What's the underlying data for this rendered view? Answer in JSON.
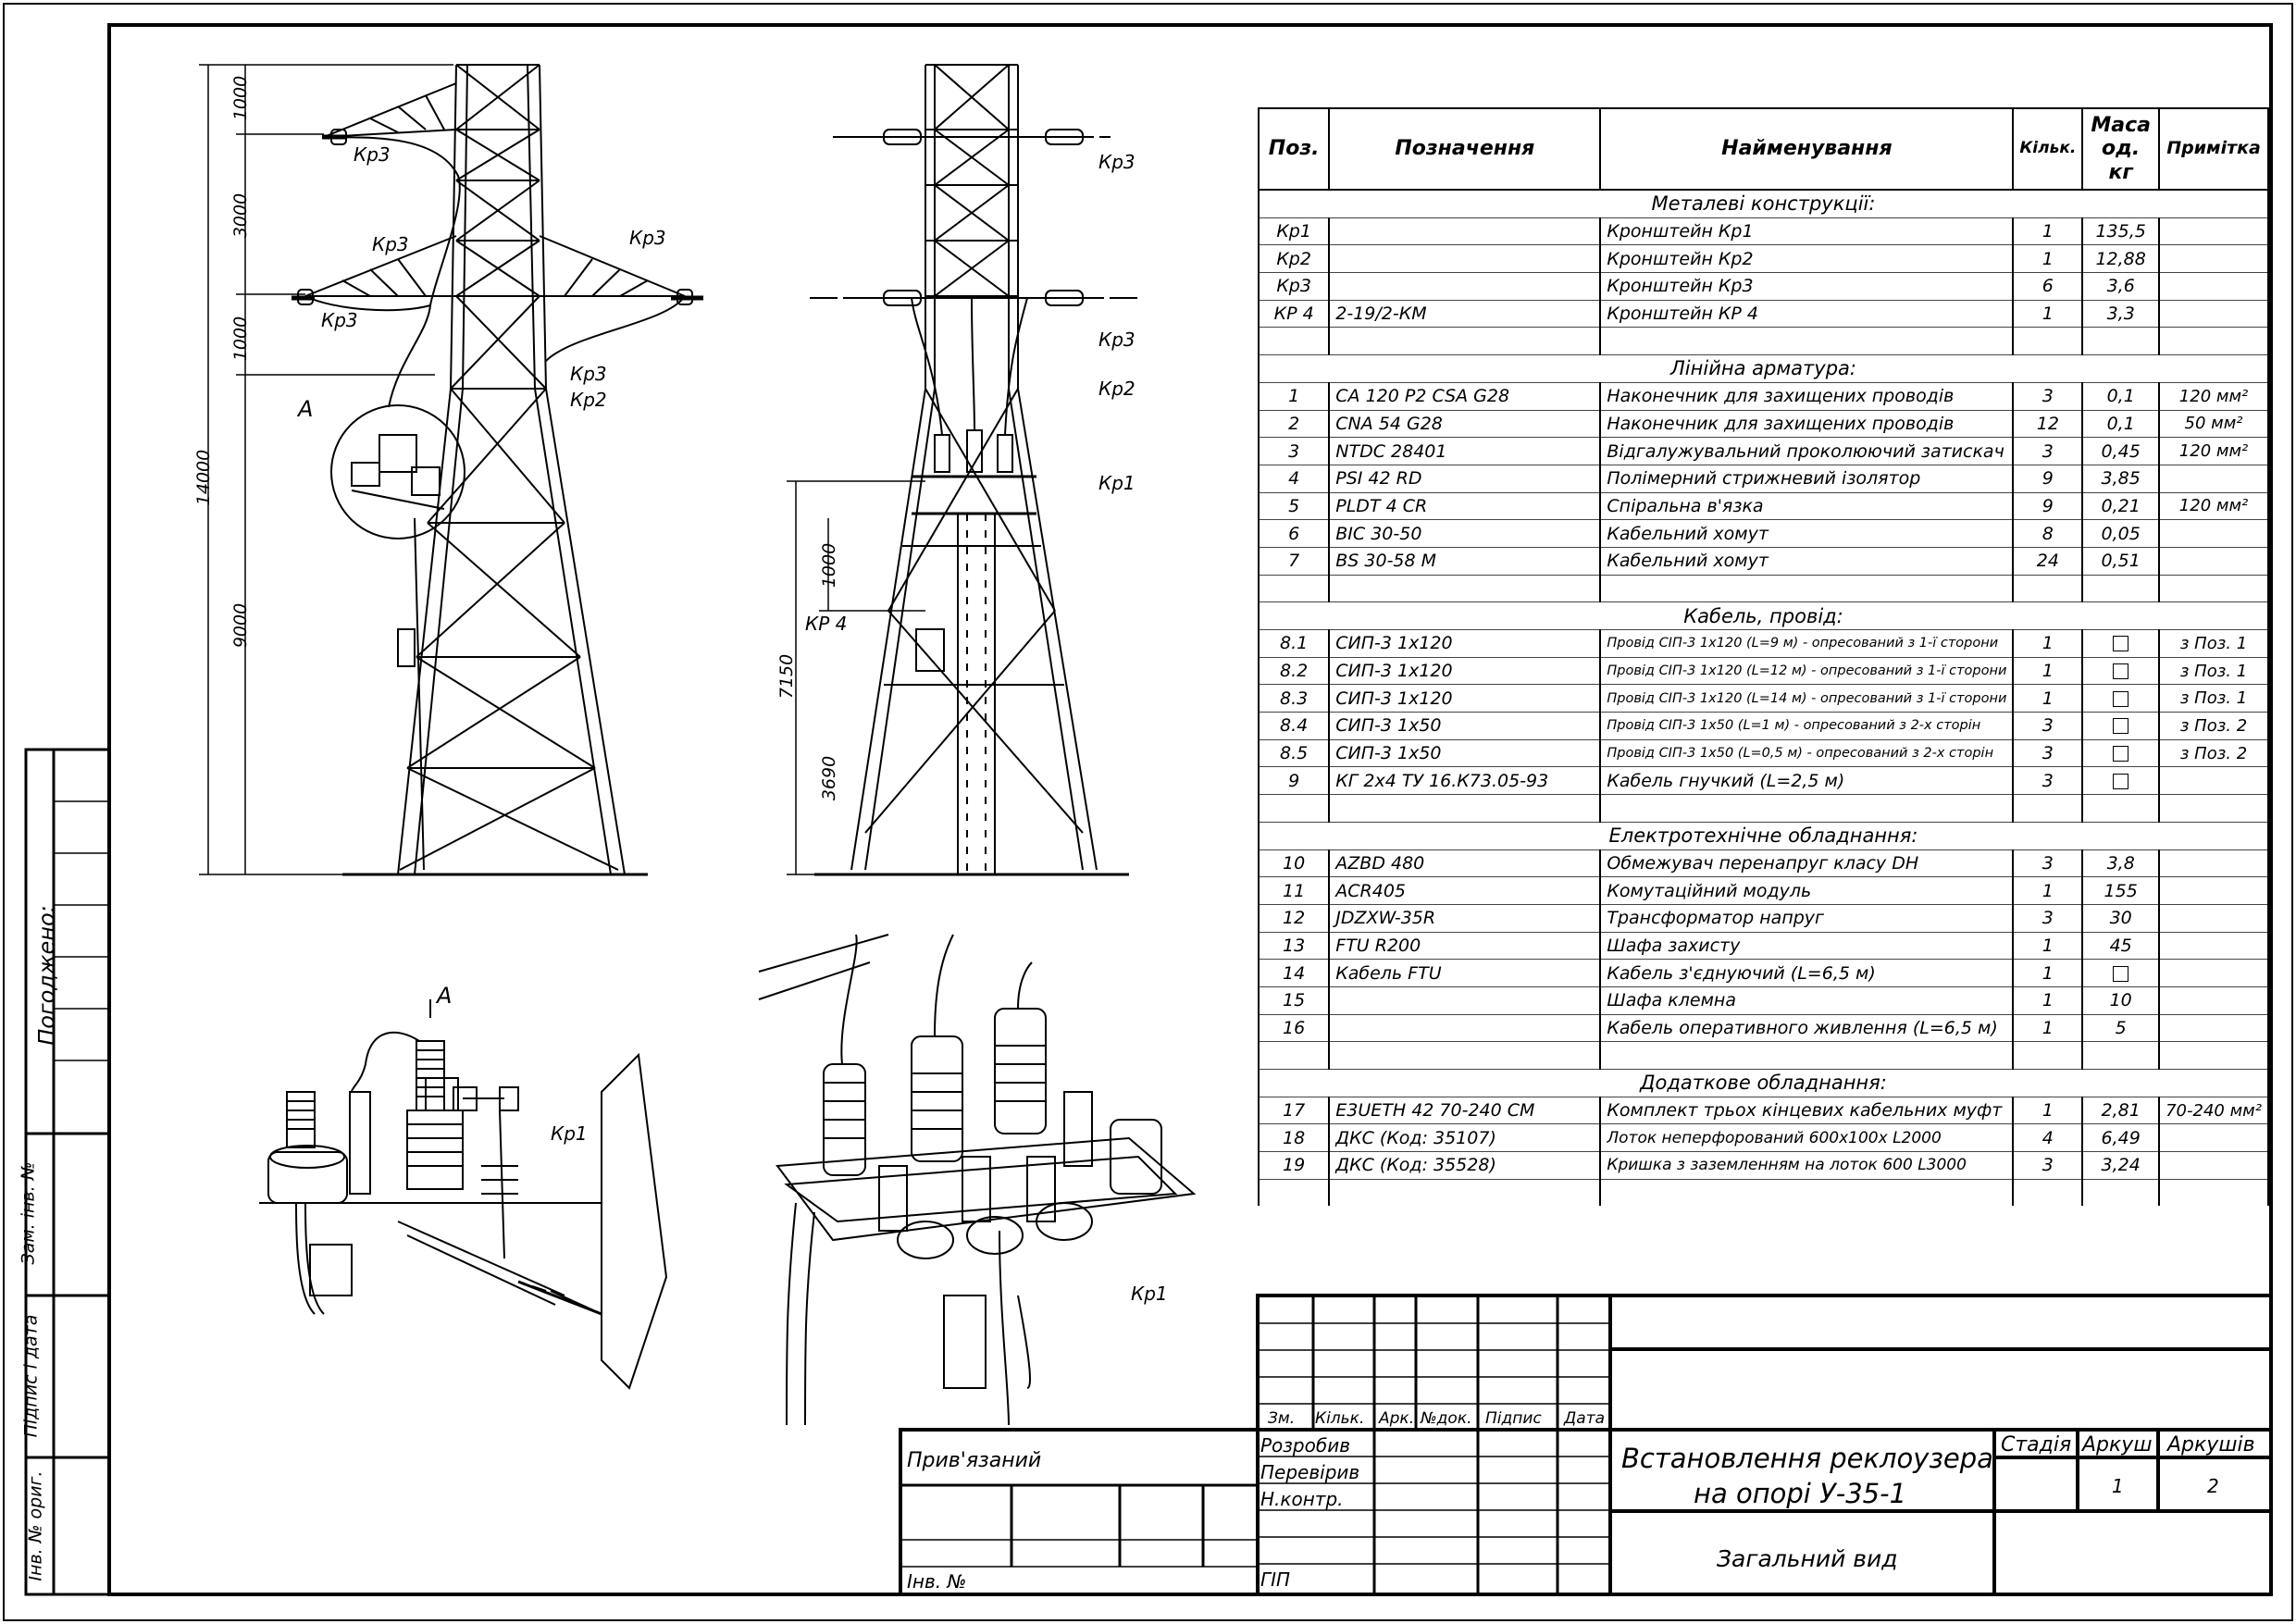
{
  "table": {
    "headers": [
      "Поз.",
      "Позначення",
      "Найменування",
      "Кільк.",
      "Маса од. кг",
      "Примітка"
    ],
    "rows": [
      {
        "sec": "Металеві конструкції:"
      },
      {
        "pos": "Кр1",
        "des": "",
        "name": "Кронштейн Кр1",
        "qty": "1",
        "mass": "135,5",
        "note": ""
      },
      {
        "pos": "Кр2",
        "des": "",
        "name": "Кронштейн Кр2",
        "qty": "1",
        "mass": "12,88",
        "note": ""
      },
      {
        "pos": "Кр3",
        "des": "",
        "name": "Кронштейн Кр3",
        "qty": "6",
        "mass": "3,6",
        "note": ""
      },
      {
        "pos": "КР 4",
        "des": "2-19/2-КМ",
        "name": "Кронштейн КР 4",
        "qty": "1",
        "mass": "3,3",
        "note": ""
      },
      {
        "blank": true
      },
      {
        "sec": "Лінійна арматура:"
      },
      {
        "pos": "1",
        "des": "CA 120 P2 CSA G28",
        "name": "Наконечник для захищених проводів",
        "qty": "3",
        "mass": "0,1",
        "note": "120 мм²"
      },
      {
        "pos": "2",
        "des": "CNA 54 G28",
        "name": "Наконечник для захищених проводів",
        "qty": "12",
        "mass": "0,1",
        "note": "50 мм²"
      },
      {
        "pos": "3",
        "des": "NTDC 28401",
        "name": "Відгалужувальний проколюючий затискач",
        "qty": "3",
        "mass": "0,45",
        "note": "120 мм²"
      },
      {
        "pos": "4",
        "des": "PSI 42 RD",
        "name": "Полімерний стрижневий ізолятор",
        "qty": "9",
        "mass": "3,85",
        "note": ""
      },
      {
        "pos": "5",
        "des": "PLDT 4 CR",
        "name": "Спіральна в'язка",
        "qty": "9",
        "mass": "0,21",
        "note": "120 мм²"
      },
      {
        "pos": "6",
        "des": "BIC 30-50",
        "name": "Кабельний хомут",
        "qty": "8",
        "mass": "0,05",
        "note": ""
      },
      {
        "pos": "7",
        "des": "BS 30-58 M",
        "name": "Кабельний хомут",
        "qty": "24",
        "mass": "0,51",
        "note": ""
      },
      {
        "blank": true
      },
      {
        "sec": "Кабель, провід:"
      },
      {
        "pos": "8.1",
        "des": "СИП-3 1х120",
        "name": "Провід СІП-3 1х120 (L=9 м) - опресований з 1-ї сторони",
        "small": true,
        "qty": "1",
        "mass": "box",
        "note": "з Поз. 1"
      },
      {
        "pos": "8.2",
        "des": "СИП-3 1х120",
        "name": "Провід СІП-3 1х120 (L=12 м) - опресований з 1-ї сторони",
        "small": true,
        "qty": "1",
        "mass": "box",
        "note": "з Поз. 1"
      },
      {
        "pos": "8.3",
        "des": "СИП-3 1х120",
        "name": "Провід СІП-3 1х120 (L=14 м) - опресований з 1-ї сторони",
        "small": true,
        "qty": "1",
        "mass": "box",
        "note": "з Поз. 1"
      },
      {
        "pos": "8.4",
        "des": "СИП-3 1х50",
        "name": "Провід СІП-3 1х50 (L=1 м) - опресований з 2-х сторін",
        "small": true,
        "qty": "3",
        "mass": "box",
        "note": "з Поз. 2"
      },
      {
        "pos": "8.5",
        "des": "СИП-3 1х50",
        "name": "Провід СІП-3 1х50 (L=0,5 м) - опресований з 2-х сторін",
        "small": true,
        "qty": "3",
        "mass": "box",
        "note": "з Поз. 2"
      },
      {
        "pos": "9",
        "des": "КГ 2х4 ТУ 16.К73.05-93",
        "name": "Кабель гнучкий (L=2,5 м)",
        "qty": "3",
        "mass": "box",
        "note": ""
      },
      {
        "blank": true
      },
      {
        "sec": "Електротехнічне обладнання:"
      },
      {
        "pos": "10",
        "des": "AZBD 480",
        "name": "Обмежувач перенапруг класу DH",
        "qty": "3",
        "mass": "3,8",
        "note": ""
      },
      {
        "pos": "11",
        "des": "ACR405",
        "name": "Комутаційний модуль",
        "qty": "1",
        "mass": "155",
        "note": ""
      },
      {
        "pos": "12",
        "des": "JDZXW-35R",
        "name": "Трансформатор напруг",
        "qty": "3",
        "mass": "30",
        "note": ""
      },
      {
        "pos": "13",
        "des": "FTU R200",
        "name": "Шафа захисту",
        "qty": "1",
        "mass": "45",
        "note": ""
      },
      {
        "pos": "14",
        "des": "Кабель FTU",
        "name": "Кабель з'єднуючий (L=6,5 м)",
        "qty": "1",
        "mass": "box",
        "note": ""
      },
      {
        "pos": "15",
        "des": "",
        "name": "Шафа клемна",
        "qty": "1",
        "mass": "10",
        "note": ""
      },
      {
        "pos": "16",
        "des": "",
        "name": "Кабель оперативного живлення (L=6,5 м)",
        "qty": "1",
        "mass": "5",
        "note": ""
      },
      {
        "blank": true
      },
      {
        "sec": "Додаткове обладнання:"
      },
      {
        "pos": "17",
        "des": "E3UETH 42 70-240 CM",
        "name": "Комплект трьох кінцевих кабельних муфт",
        "qty": "1",
        "mass": "2,81",
        "note": "70-240 мм²"
      },
      {
        "pos": "18",
        "des": "ДКС (Код: 35107)",
        "name": "Лоток неперфорований 600х100х L2000",
        "small2": true,
        "qty": "4",
        "mass": "6,49",
        "note": ""
      },
      {
        "pos": "19",
        "des": "ДКС (Код: 35528)",
        "name": "Кришка з заземленням на лоток 600 L3000",
        "small2": true,
        "qty": "3",
        "mass": "3,24",
        "note": ""
      },
      {
        "blank": true
      }
    ]
  },
  "titleblock": {
    "cols": [
      "Зм.",
      "Кільк.",
      "Арк.",
      "№док.",
      "Підпис",
      "Дата"
    ],
    "roles": [
      "Розробив",
      "Перевірив",
      "Н.контр.",
      "ГІП"
    ],
    "title_line1": "Встановлення реклоузера",
    "title_line2": "на опорі У-35-1",
    "subtitle": "Загальний вид",
    "stage_label": "Стадія",
    "sheet_label": "Аркуш",
    "sheets_label": "Аркушів",
    "sheet": "1",
    "sheets": "2",
    "attached": "Прив'язаний",
    "inv": "Інв. №"
  },
  "sidestamp": {
    "agreed": "Погоджено:",
    "replace_inv": "Зам. інв. №",
    "sign_date": "Підпис і дата",
    "orig_inv": "Інв. № ориг."
  },
  "dims": {
    "left": [
      "1000",
      "3000",
      "1000",
      "9000",
      "14000"
    ],
    "mid": [
      "1000",
      "7150",
      "3690"
    ]
  },
  "labels": {
    "view_a": "A",
    "kr1": "Кр1",
    "kr2": "Кр2",
    "kr3": "Кр3",
    "kr4": "КР 4"
  }
}
